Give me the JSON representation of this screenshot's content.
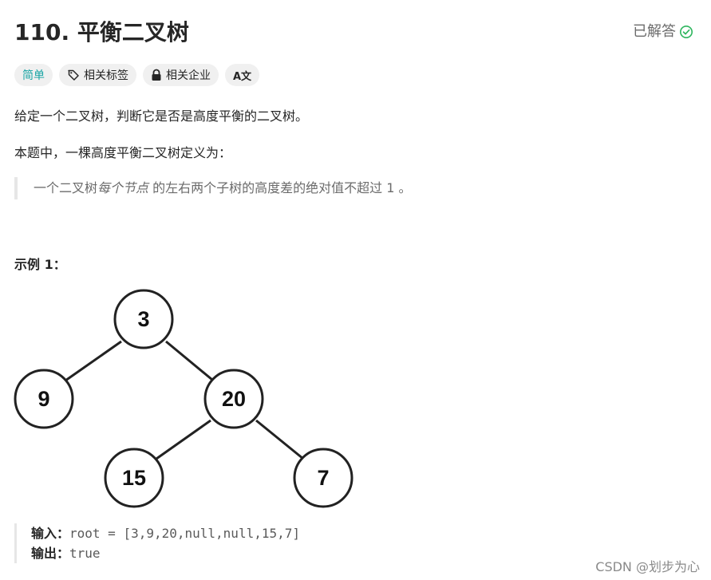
{
  "problem": {
    "title": "110. 平衡二叉树",
    "solved_label": "已解答",
    "tags": {
      "difficulty": "简单",
      "related_tags": "相关标签",
      "related_companies": "相关企业",
      "translate": "A文"
    },
    "description": {
      "line1": "给定一个二叉树，判断它是否是高度平衡的二叉树。",
      "line2": "本题中，一棵高度平衡二叉树定义为：",
      "quote_a": "一个二叉树",
      "quote_em": "每个节点",
      "quote_b": " 的左右两个子树的高度差的绝对值不超过 1 。"
    },
    "example": {
      "title": "示例 1：",
      "tree_nodes": [
        "3",
        "9",
        "20",
        "15",
        "7"
      ],
      "input_label": "输入：",
      "input_value": "root = [3,9,20,null,null,15,7]",
      "output_label": "输出：",
      "output_value": "true"
    }
  },
  "watermark": "CSDN @划步为心",
  "colors": {
    "accent_easy": "#1aa5a5",
    "solved_check": "#2db55d"
  },
  "icons": {
    "solved": "check-circle-icon",
    "related_tags": "tag-icon",
    "related_companies": "lock-icon",
    "translate": "translate-icon"
  }
}
